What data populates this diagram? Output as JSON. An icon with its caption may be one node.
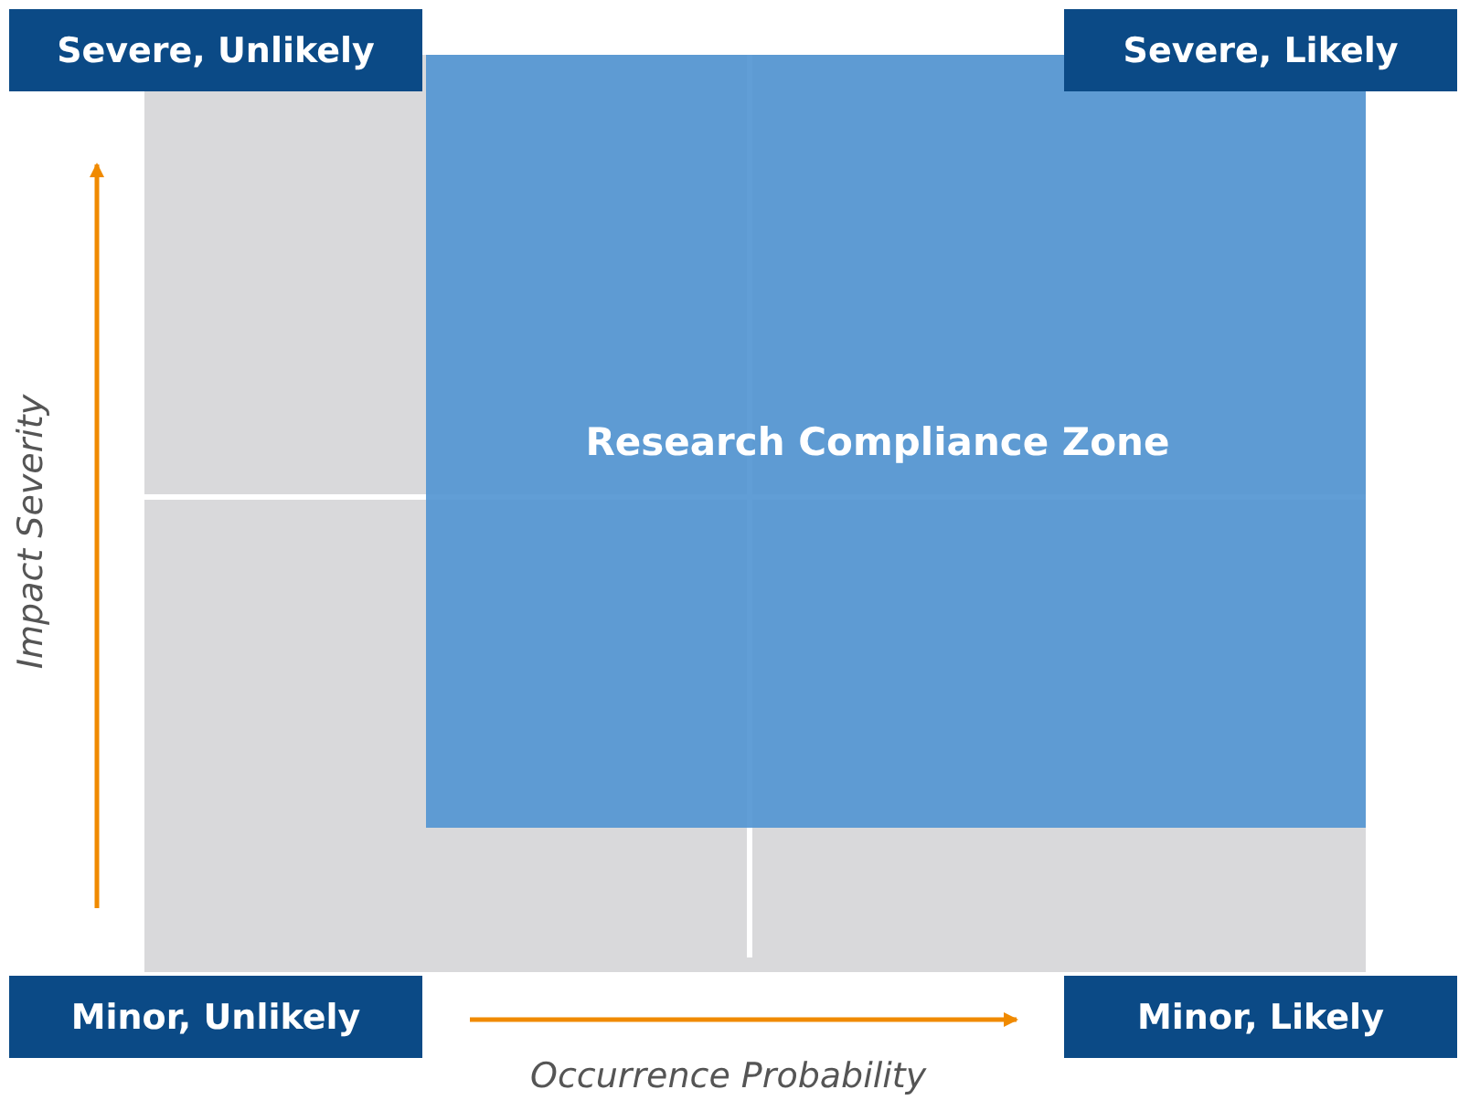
{
  "diagram": {
    "nodes": [
      {
        "text": [
          "Severe, Unlikely"
        ]
      },
      {
        "text": [
          "Severe, Likely"
        ]
      },
      {
        "text": [
          "Research Compliance Zone"
        ]
      },
      {
        "text": [
          "Minor, Unlikely"
        ]
      },
      {
        "text": [
          "Minor, Likely"
        ]
      }
    ],
    "edges": [],
    "labels": [
      "Impact Severity",
      "Occurrence Probability"
    ]
  }
}
